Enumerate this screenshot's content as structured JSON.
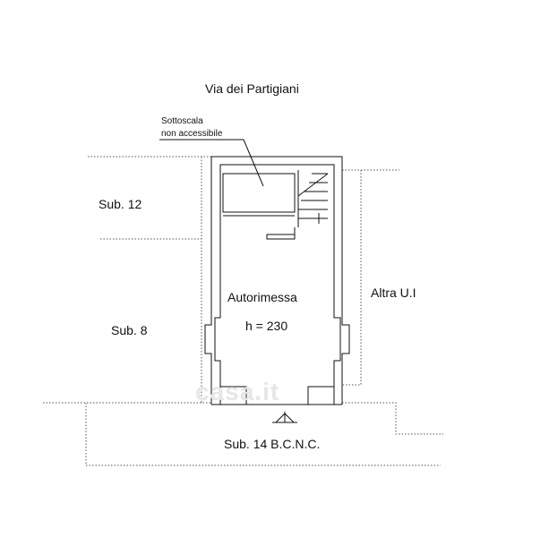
{
  "labels": {
    "street": "Via dei Partigiani",
    "stair_note_line1": "Sottoscala",
    "stair_note_line2": "non accessibile",
    "sub12": "Sub. 12",
    "sub8": "Sub. 8",
    "room_name": "Autorimessa",
    "room_height": "h = 230",
    "other_unit": "Altra U.I",
    "sub14": "Sub. 14 B.C.N.C."
  },
  "watermark": "casa.it",
  "colors": {
    "wall": "#111111",
    "dotted_boundary": "#555555",
    "background": "#ffffff",
    "watermark": "#e6e6e6"
  }
}
